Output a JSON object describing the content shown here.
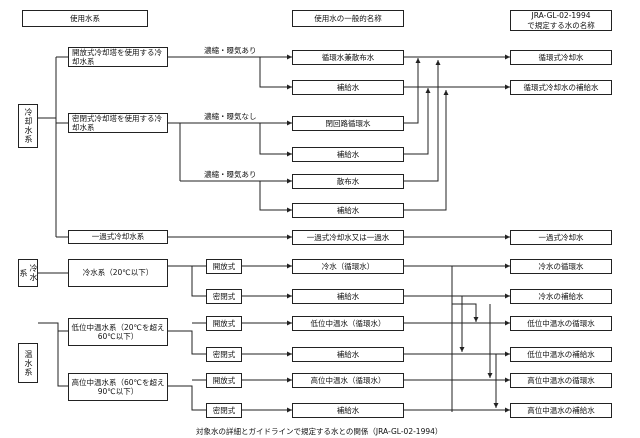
{
  "headers": {
    "system": "使用水系",
    "general_name": "使用水の一般的名称",
    "standard_line1": "JRA-GL-02-1994",
    "standard_line2": "で規定する水の名称"
  },
  "categories": {
    "cooling": "冷却水系",
    "chilled": "冷水系",
    "hot": "温水系"
  },
  "subsystems": {
    "open_tower": "開放式冷却塔を使用する冷却水系",
    "closed_tower": "密閉式冷却塔を使用する冷却水系",
    "once_through": "一過式冷却水系",
    "chilled_water": "冷水系（20℃以下）",
    "mid_temp": "低位中温水系（20℃を超え60℃以下）",
    "high_temp": "高位中温水系（60℃を超え90℃以下）"
  },
  "conditions": {
    "evap_yes_1": "濃縮・曝気あり",
    "evap_no": "濃縮・曝気なし",
    "evap_yes_2": "濃縮・曝気あり"
  },
  "circuit_types": {
    "open_1": "開放式",
    "closed_1": "密閉式",
    "open_2": "開放式",
    "closed_2": "密閉式",
    "open_3": "開放式",
    "closed_3": "密閉式"
  },
  "general_names": {
    "circ_spray": "循環水兼散布水",
    "makeup_1": "補給水",
    "closed_circ": "閉回路循環水",
    "makeup_2": "補給水",
    "spray": "散布水",
    "makeup_3": "補給水",
    "once_through": "一過式冷却水又は一過水",
    "chilled_circ": "冷水（循環水）",
    "makeup_4": "補給水",
    "mid_circ": "低位中温水（循環水）",
    "makeup_5": "補給水",
    "high_circ": "高位中温水（循環水）",
    "makeup_6": "補給水"
  },
  "standard_names": {
    "circ_cooling": "循環式冷却水",
    "circ_cooling_makeup": "循環式冷却水の補給水",
    "once_through": "一過式冷却水",
    "chilled_circ": "冷水の循環水",
    "chilled_makeup": "冷水の補給水",
    "mid_circ": "低位中温水の循環水",
    "mid_makeup": "低位中温水の補給水",
    "high_circ": "高位中温水の循環水",
    "high_makeup": "高位中温水の補給水"
  },
  "caption": "対象水の詳細とガイドラインで規定する水との関係（JRA-GL-02-1994）"
}
